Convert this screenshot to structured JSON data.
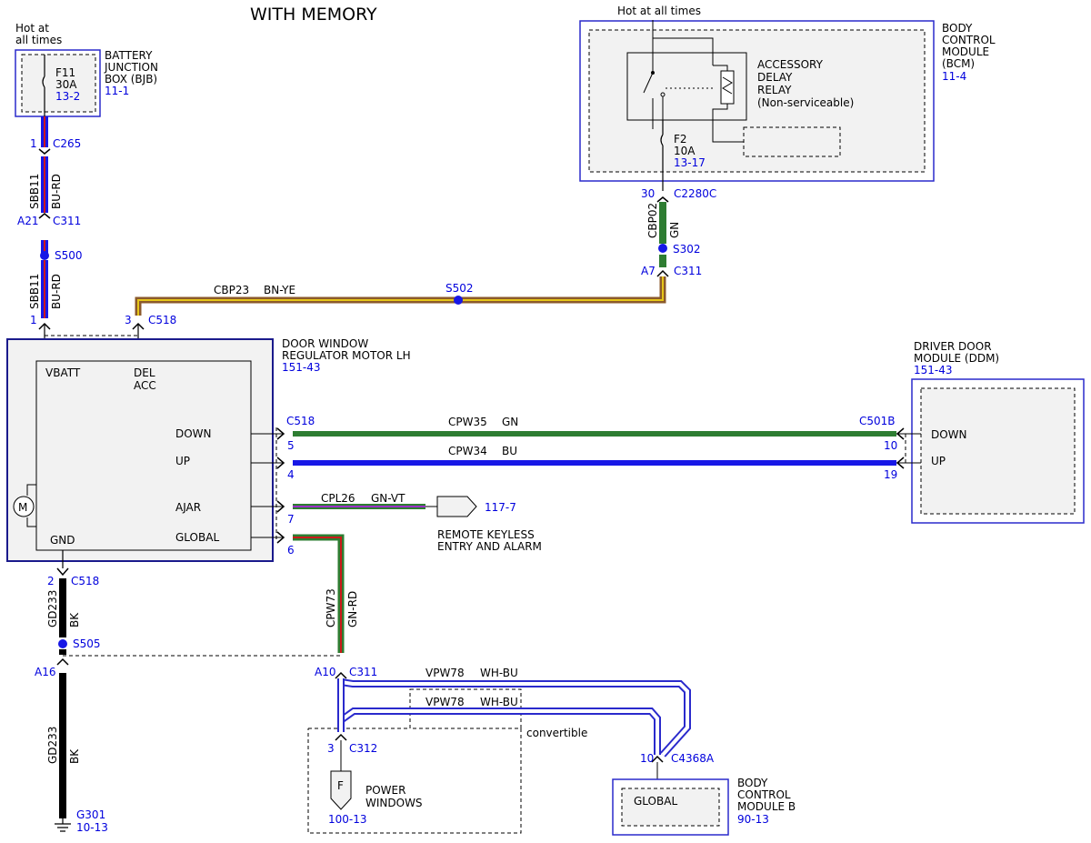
{
  "title": "WITH MEMORY",
  "colors": {
    "wire_blue": "#1717e6",
    "wire_red": "#cc1a1a",
    "wire_green": "#2e7d32",
    "wire_brown": "#8b5a2b",
    "wire_yellow": "#e6c619",
    "wire_black": "#000000",
    "wire_white": "#ffffff",
    "wire_violet": "#9b30c8",
    "label_blue": "#0000dd",
    "box_fill": "#f2f2f2",
    "module_border": "#2a2acc"
  },
  "bjb": {
    "hot": [
      "Hot at",
      "all times"
    ],
    "fuse": "F11",
    "amps": "30A",
    "ref": "13-2",
    "name": [
      "BATTERY",
      "JUNCTION",
      "BOX (BJB)"
    ],
    "page": "11-1"
  },
  "bcm": {
    "hot": "Hot at all times",
    "relay": [
      "ACCESSORY",
      "DELAY",
      "RELAY",
      "(Non-serviceable)"
    ],
    "fuse": "F2",
    "amps": "10A",
    "ref": "13-17",
    "name": [
      "BODY",
      "CONTROL",
      "MODULE",
      "(BCM)"
    ],
    "page": "11-4"
  },
  "left_feed": {
    "c265_pin": "1",
    "c265": "C265",
    "circuit": "SBB11",
    "color": "BU-RD",
    "c311_pin": "A21",
    "c311": "C311",
    "splice": "S500",
    "circuit2": "SBB11",
    "color2": "BU-RD",
    "c518_pin": "1"
  },
  "acc_feed": {
    "c2280c_pin": "30",
    "c2280c": "C2280C",
    "circuit": "CBP02",
    "color": "GN",
    "splice": "S302",
    "c311_pin": "A7",
    "c311": "C311",
    "wire": "CBP23",
    "wire_color": "BN-YE",
    "splice2": "S502",
    "c518_pin": "3",
    "c518": "C518"
  },
  "motor": {
    "name": [
      "DOOR WINDOW",
      "REGULATOR MOTOR LH"
    ],
    "page": "151-43",
    "pins": {
      "vbatt": "VBATT",
      "del": "DEL",
      "acc": "ACC",
      "down": "DOWN",
      "up": "UP",
      "ajar": "AJAR",
      "global": "GLOBAL",
      "gnd": "GND"
    },
    "motor_symbol": "M"
  },
  "ddm": {
    "name": [
      "DRIVER DOOR",
      "MODULE (DDM)"
    ],
    "page": "151-43",
    "down": "DOWN",
    "up": "UP"
  },
  "wires": {
    "c518": "C518",
    "c501b": "C501B",
    "down": {
      "pin": "5",
      "circuit": "CPW35",
      "color": "GN",
      "far_pin": "10"
    },
    "up": {
      "pin": "4",
      "circuit": "CPW34",
      "color": "BU",
      "far_pin": "19"
    },
    "ajar": {
      "pin": "7",
      "circuit": "CPL26",
      "color": "GN-VT",
      "ref": "117-7",
      "dest": [
        "REMOTE KEYLESS",
        "ENTRY AND ALARM"
      ]
    },
    "global": {
      "pin": "6",
      "circuit": "CPW73",
      "color": "GN-RD"
    }
  },
  "ground": {
    "c518_pin": "2",
    "c518": "C518",
    "circuit": "GD233",
    "color": "BK",
    "splice": "S505",
    "c311_pin": "A16",
    "circuit2": "GD233",
    "color2": "BK",
    "ground": "G301",
    "page": "10-13"
  },
  "lower": {
    "c311_pin": "A10",
    "c311": "C311",
    "vpw_circuit": "VPW78",
    "vpw_color": "WH-BU",
    "vpw2_circuit": "VPW78",
    "vpw2_color": "WH-BU",
    "convertible": "convertible",
    "c312_pin": "3",
    "c312": "C312",
    "f_label": "F",
    "pw_name": [
      "POWER",
      "WINDOWS"
    ],
    "pw_page": "100-13",
    "c4368a_pin": "10",
    "c4368a": "C4368A",
    "bcmb_global": "GLOBAL",
    "bcmb_name": [
      "BODY",
      "CONTROL",
      "MODULE B"
    ],
    "bcmb_page": "90-13"
  }
}
